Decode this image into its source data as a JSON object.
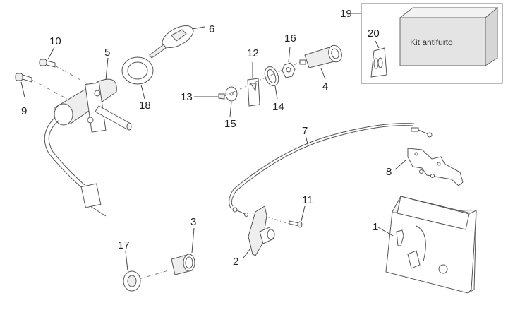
{
  "diagram": {
    "title": "Anti-theft kit / lock parts exploded view",
    "kit_box_label": "Kit antifurto",
    "colors": {
      "line": "#555555",
      "box_fill": "#e4e4e4",
      "box_border": "#888888"
    },
    "callouts": [
      {
        "id": "1",
        "part": "anti-theft-kit-bag"
      },
      {
        "id": "2",
        "part": "seat-lock-bracket"
      },
      {
        "id": "3",
        "part": "lock-cylinder"
      },
      {
        "id": "4",
        "part": "lock-barrel"
      },
      {
        "id": "5",
        "part": "ignition-switch"
      },
      {
        "id": "6",
        "part": "key"
      },
      {
        "id": "7",
        "part": "release-cable"
      },
      {
        "id": "8",
        "part": "mounting-plate"
      },
      {
        "id": "9",
        "part": "screw"
      },
      {
        "id": "10",
        "part": "screw"
      },
      {
        "id": "11",
        "part": "screw"
      },
      {
        "id": "12",
        "part": "latch-plate"
      },
      {
        "id": "13",
        "part": "small-screw"
      },
      {
        "id": "14",
        "part": "circlip"
      },
      {
        "id": "15",
        "part": "washer"
      },
      {
        "id": "16",
        "part": "nut"
      },
      {
        "id": "17",
        "part": "ring-nut"
      },
      {
        "id": "18",
        "part": "ring-nut"
      },
      {
        "id": "19",
        "part": "anti-theft-kit"
      },
      {
        "id": "20",
        "part": "transponder"
      }
    ]
  }
}
